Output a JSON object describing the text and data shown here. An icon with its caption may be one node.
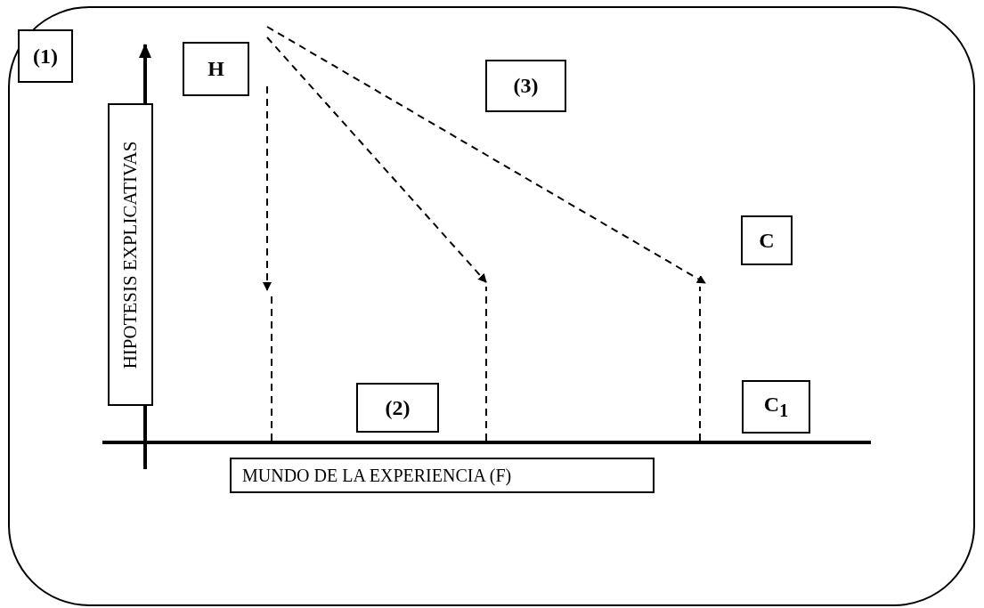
{
  "diagram": {
    "nodes": [
      {
        "text": [
          "(1)"
        ]
      },
      {
        "text": [
          "H"
        ]
      },
      {
        "text": [
          "(3)"
        ]
      },
      {
        "text": [
          "HIPOTESIS EXPLICATIVAS"
        ]
      },
      {
        "text": [
          "C"
        ]
      },
      {
        "text": [
          "(2)"
        ]
      },
      {
        "text": [
          "C$_{1}$"
        ]
      },
      {
        "text": [
          "MUNDO DE LA EXPERIENCIA (F)"
        ]
      }
    ]
  }
}
